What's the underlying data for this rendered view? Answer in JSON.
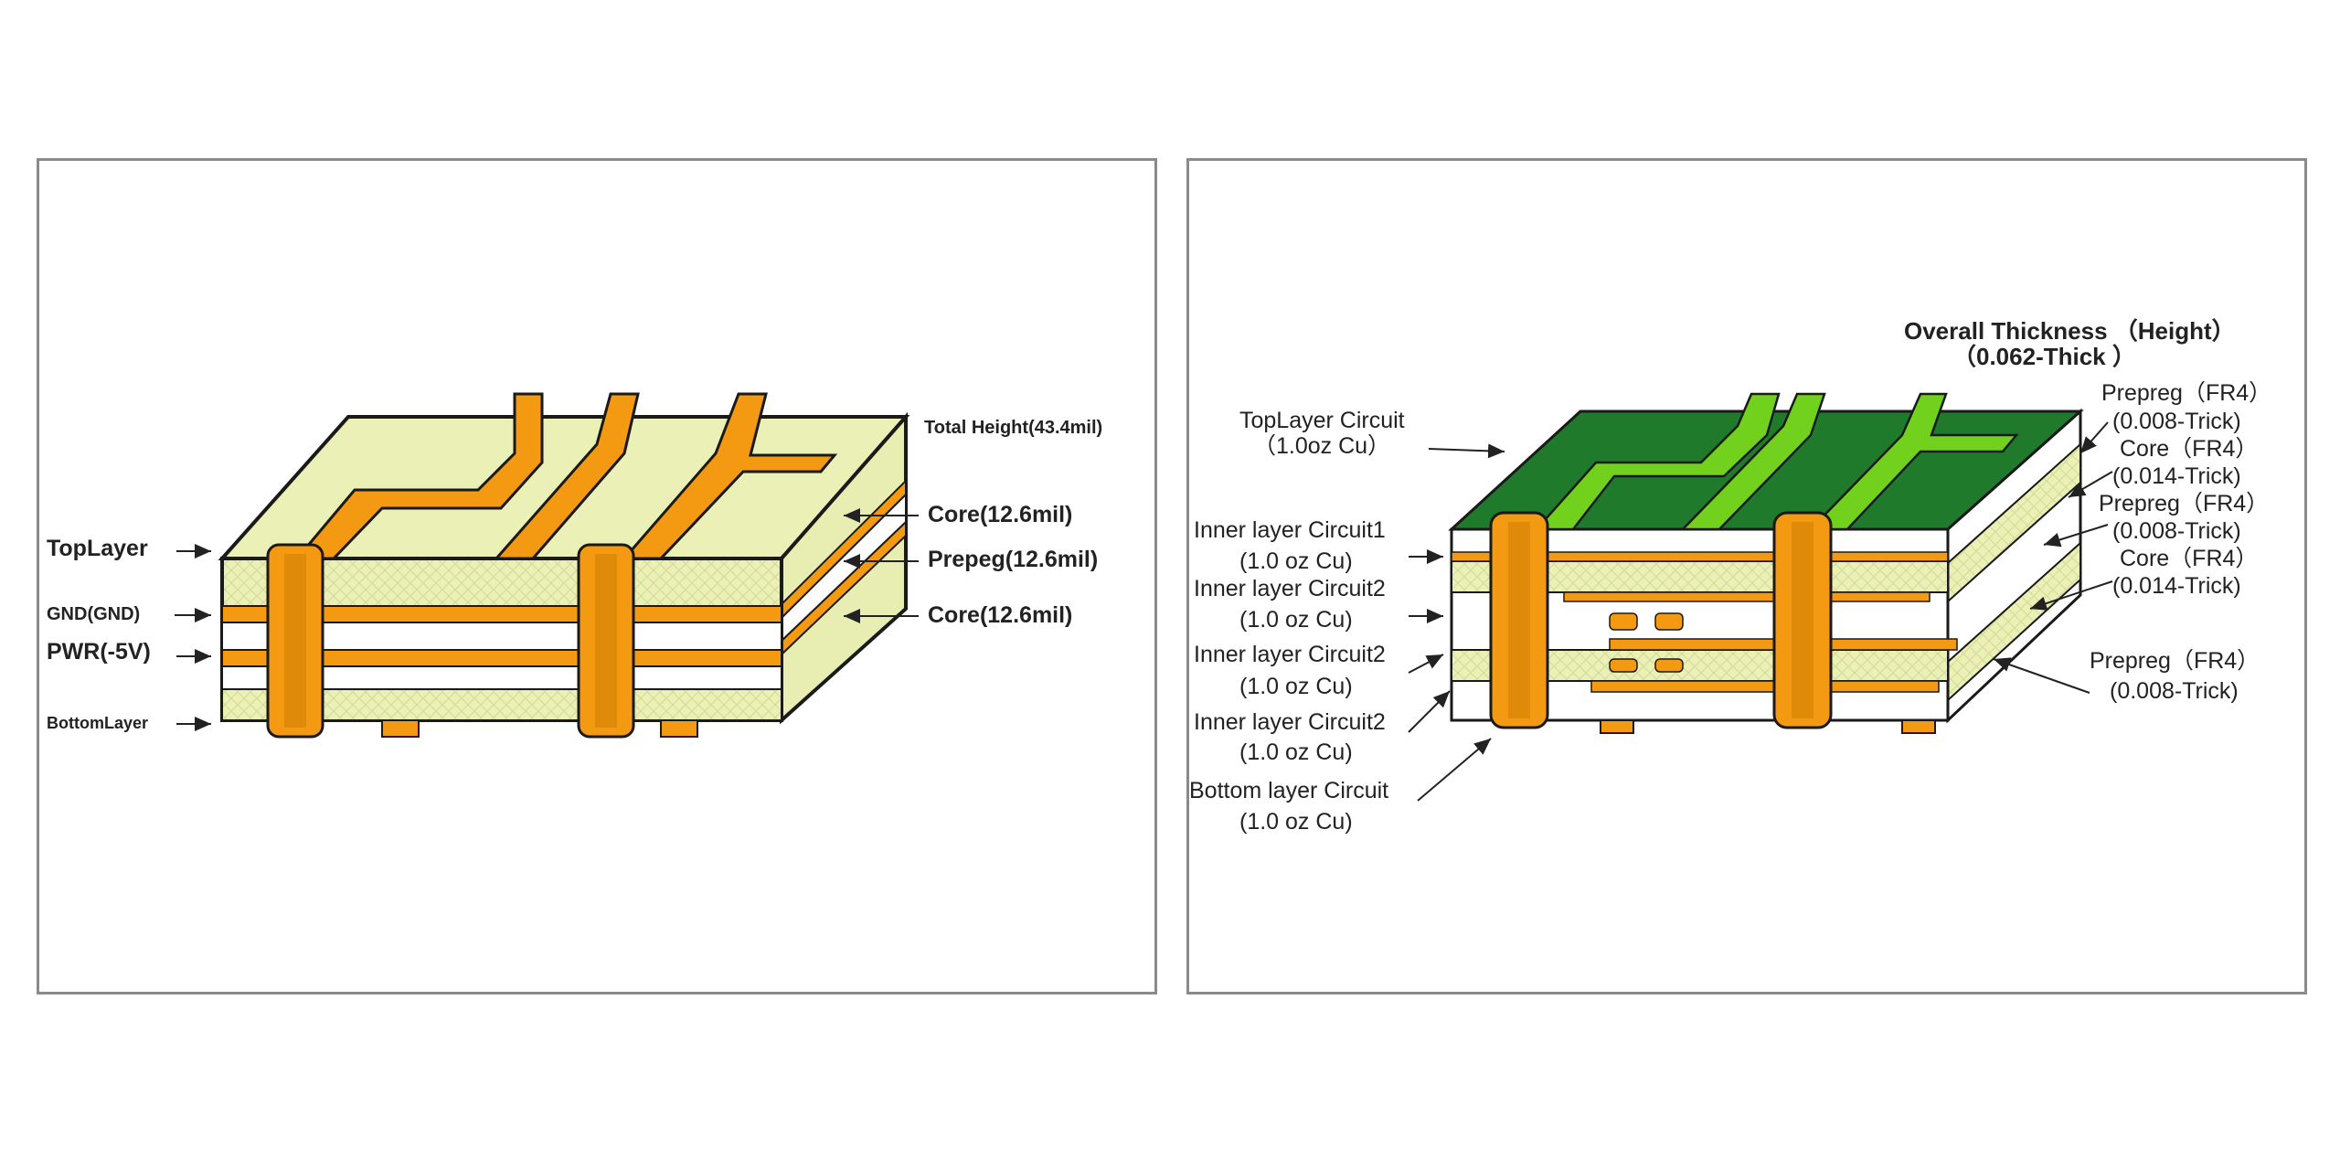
{
  "left_diagram": {
    "labels": {
      "top_layer": "TopLayer",
      "gnd": "GND(GND)",
      "pwr": "PWR(-5V)",
      "bottom_layer": "BottomLayer",
      "total_height": "Total Height(43.4mil)",
      "core1": "Core(12.6mil)",
      "prepeg": "Prepeg(12.6mil)",
      "core2": "Core(12.6mil)"
    },
    "colors": {
      "copper": "#f39a12",
      "substrate": "#eaf0b6",
      "substrate_edge": "#e9efb5",
      "outline": "#1a1a1a"
    }
  },
  "right_diagram": {
    "labels": {
      "overall_line1": "Overall Thickness （Height）",
      "overall_line2": "（0.062-Thick ）",
      "toplayer_line1": "TopLayer Circuit",
      "toplayer_line2": "（1.0oz Cu）",
      "inner1_line1": "Inner layer Circuit1",
      "inner1_line2": "(1.0 oz Cu)",
      "inner2a_line1": "Inner layer Circuit2",
      "inner2a_line2": "(1.0 oz Cu)",
      "inner2b_line1": "Inner layer Circuit2",
      "inner2b_line2": "(1.0 oz Cu)",
      "inner2c_line1": "Inner layer Circuit2",
      "inner2c_line2": "(1.0 oz Cu)",
      "bottom_line1": "Bottom layer Circuit",
      "bottom_line2": "(1.0 oz Cu)",
      "prepreg1_line1": "Prepreg（FR4）",
      "prepreg1_line2": "(0.008-Trick)",
      "core1_line1": "Core（FR4）",
      "core1_line2": "(0.014-Trick)",
      "prepreg2_line1": "Prepreg（FR4）",
      "prepreg2_line2": "(0.008-Trick)",
      "core2_line1": "Core（FR4）",
      "core2_line2": "(0.014-Trick)",
      "prepreg3_line1": "Prepreg（FR4）",
      "prepreg3_line2": "(0.008-Trick)"
    },
    "colors": {
      "board": "#1f7a2c",
      "trace": "#72d11c",
      "copper": "#f39a12",
      "substrate": "#eaf0b6",
      "outline": "#1a1a1a"
    }
  }
}
